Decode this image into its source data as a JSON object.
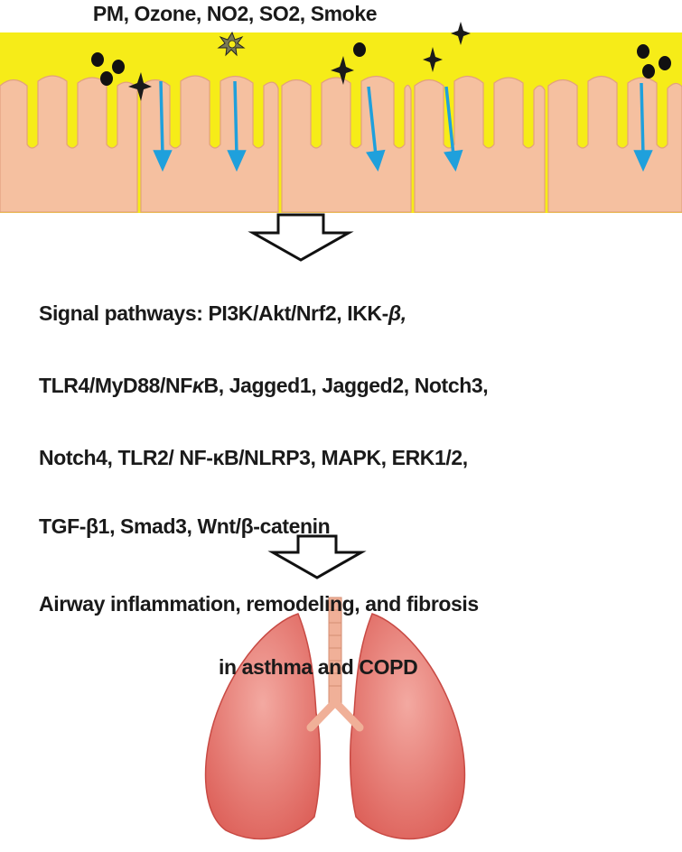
{
  "title": "PM, Ozone, NO2, SO2, Smoke",
  "pathways": {
    "line1_prefix": "Signal pathways: PI3K/Akt/Nrf2,  IKK-",
    "line1_italic": "β,",
    "line2_a": "TLR4/MyD88/NF",
    "line2_kappa": "κ",
    "line2_b": "B, Jagged1, Jagged2, Notch3,",
    "line3": "Notch4,  TLR2/ NF-κB/NLRP3,  MAPK, ERK1/2,",
    "line4": "TGF-β1, Smad3,  Wnt/β-catenin"
  },
  "outcome": {
    "line1": "Airway inflammation, remodeling, and fibrosis",
    "line2": "in asthma and COPD"
  },
  "colors": {
    "mucus": "#f6ec18",
    "cell": "#f5c0a0",
    "cell_edge": "#e2a07e",
    "arrow_blue": "#1fa0dc",
    "lung": "#e26b64",
    "lung_light": "#f3a9a1",
    "trachea": "#f0b098"
  }
}
